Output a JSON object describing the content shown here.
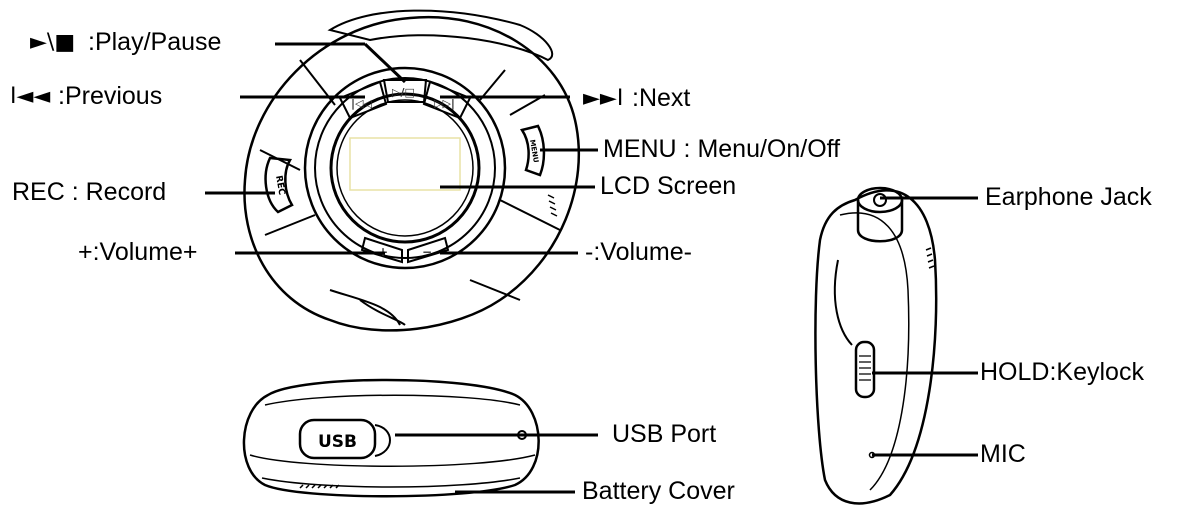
{
  "labels": {
    "play_pause_symbol": "►\\■",
    "play_pause": ":Play/Pause",
    "previous_symbol": "I◄◄",
    "previous": ":Previous",
    "next_symbol": "►►I",
    "next": ":Next",
    "menu": "MENU : Menu/On/Off",
    "rec": "REC : Record",
    "lcd": "LCD Screen",
    "volume_up": "+:Volume+",
    "volume_down": "-:Volume-",
    "earphone": "Earphone Jack",
    "hold": "HOLD:Keylock",
    "mic": "MIC",
    "usb": "USB Port",
    "battery": "Battery Cover"
  },
  "device_markings": {
    "rec_button": "REC",
    "menu_button": "MENU",
    "usb_port": "USB",
    "plus": "+",
    "minus": "−",
    "play_icon": "▷/□",
    "prev_icon": "|◁◁",
    "next_icon": "▷▷|"
  }
}
